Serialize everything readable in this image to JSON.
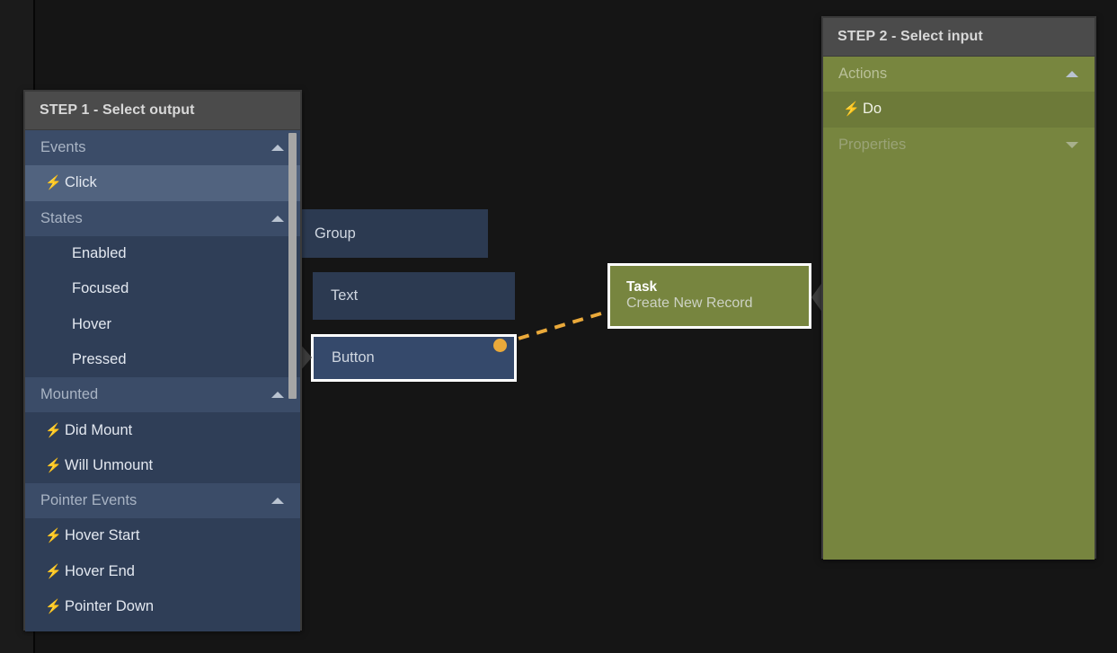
{
  "canvas": {
    "nodes": [
      {
        "id": "group",
        "label": "Group",
        "type": "component"
      },
      {
        "id": "text",
        "label": "Text",
        "type": "component"
      },
      {
        "id": "button",
        "label": "Button",
        "type": "component",
        "selected": true
      },
      {
        "id": "task",
        "label": "Task",
        "sublabel": "Create New Record",
        "type": "task",
        "selected": true
      }
    ],
    "connection": {
      "from": "button",
      "to": "task",
      "style": "dashed",
      "color": "#eaa93a"
    }
  },
  "step1": {
    "title": "STEP 1 - Select output",
    "sections": [
      {
        "label": "Events",
        "collapse_icon": "chevron-up-icon",
        "expanded": true,
        "items": [
          {
            "label": "Click",
            "icon": "lightning-bolt-icon",
            "highlighted": true
          }
        ]
      },
      {
        "label": "States",
        "collapse_icon": "chevron-up-icon",
        "expanded": true,
        "items": [
          {
            "label": "Enabled",
            "icon": "",
            "highlighted": false
          },
          {
            "label": "Focused",
            "icon": "",
            "highlighted": false
          },
          {
            "label": "Hover",
            "icon": "",
            "highlighted": false
          },
          {
            "label": "Pressed",
            "icon": "",
            "highlighted": false
          }
        ]
      },
      {
        "label": "Mounted",
        "collapse_icon": "chevron-up-icon",
        "expanded": true,
        "items": [
          {
            "label": "Did Mount",
            "icon": "lightning-bolt-icon",
            "highlighted": false
          },
          {
            "label": "Will Unmount",
            "icon": "lightning-bolt-icon",
            "highlighted": false
          }
        ]
      },
      {
        "label": "Pointer Events",
        "collapse_icon": "chevron-up-icon",
        "expanded": true,
        "items": [
          {
            "label": "Hover Start",
            "icon": "lightning-bolt-icon",
            "highlighted": false
          },
          {
            "label": "Hover End",
            "icon": "lightning-bolt-icon",
            "highlighted": false
          },
          {
            "label": "Pointer Down",
            "icon": "lightning-bolt-icon",
            "highlighted": false
          }
        ]
      }
    ]
  },
  "step2": {
    "title": "STEP 2 - Select input",
    "sections": [
      {
        "label": "Actions",
        "collapse_icon": "chevron-up-icon",
        "expanded": true,
        "items": [
          {
            "label": "Do",
            "icon": "lightning-bolt-icon",
            "highlighted": true
          }
        ]
      },
      {
        "label": "Properties",
        "collapse_icon": "chevron-down-icon",
        "expanded": false,
        "items": []
      }
    ]
  },
  "colors": {
    "panel_header": "#4b4b4b",
    "blue_list": "#2f3e57",
    "blue_group_row": "#3b4c68",
    "blue_highlight": "#51637f",
    "green_list": "#77853f",
    "green_highlight": "#6d7a39",
    "connector": "#eaa93a",
    "selection_border": "#ffffff",
    "canvas": "#151515"
  },
  "glyphs": {
    "bolt": "⚡"
  }
}
